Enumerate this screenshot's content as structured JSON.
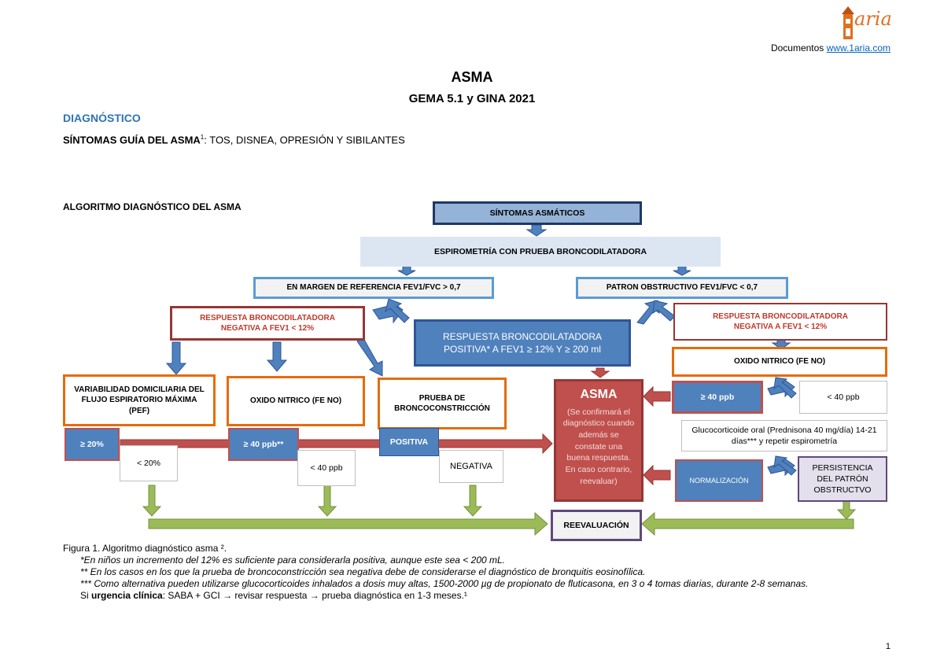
{
  "header": {
    "logo_text": "aria",
    "doc_prefix": "Documentos ",
    "doc_link": "www.1aria.com"
  },
  "title": "ASMA",
  "subtitle": "GEMA 5.1 y GINA 2021",
  "section": "DIAGNÓSTICO",
  "symptoms": {
    "label": "SÍNTOMAS GUÍA DEL ASMA",
    "sup": "1",
    "text": ": TOS, DISNEA, OPRESIÓN Y SIBILANTES"
  },
  "algorithm_title": "ALGORITMO DIAGNÓSTICO DEL ASMA",
  "flow": {
    "sintomas": "SÍNTOMAS ASMÁTICOS",
    "espirometria": "ESPIROMETRÍA CON PRUEBA BRONCODILATADORA",
    "margen": "EN MARGEN DE REFERENCIA FEV1/FVC > 0,7",
    "patron": "PATRON OBSTRUCTIVO FEV1/FVC < 0,7",
    "resp_neg_left_1": "RESPUESTA BRONCODILATADORA",
    "resp_neg_left_2": "NEGATIVA A FEV1 < 12%",
    "resp_pos_1": "RESPUESTA BRONCODILATADORA",
    "resp_pos_2": "POSITIVA* A FEV1 ≥ 12% Y ≥ 200 ml",
    "resp_neg_right_1": "RESPUESTA BRONCODILATADORA",
    "resp_neg_right_2": "NEGATIVA A FEV1 < 12%",
    "variabilidad": "VARIABILIDAD DOMICILIARIA DEL FLUJO ESPIRATORIO MÁXIMA (PEF)",
    "oxido_left": "OXIDO NITRICO (FE NO)",
    "prueba_bronco": "PRUEBA DE BRONCOCONSTRICCIÓN",
    "oxido_right": "OXIDO NITRICO (FE NO)",
    "ge20": "≥ 20%",
    "lt20": "< 20%",
    "ge40_left": "≥ 40 ppb**",
    "lt40_left": "< 40 ppb",
    "positiva": "POSITIVA",
    "negativa": "NEGATIVA",
    "asma_title": "ASMA",
    "asma_text": "(Se confirmará el diagnóstico cuando además se constate una buena respuesta. En caso contrario, reevaluar)",
    "ge40_right": "≥ 40 ppb",
    "lt40_right": "< 40 ppb",
    "gluco": "Glucocorticoide oral (Prednisona 40 mg/día) 14-21 días*** y repetir espirometría",
    "normalizacion": "NORMALIZACIÓN",
    "persistencia": "PERSISTENCIA DEL PATRÓN OBSTRUCTVO",
    "reevaluacion": "REEVALUACIÓN"
  },
  "footnotes": {
    "caption": "Figura 1. Algoritmo diagnóstico asma ².",
    "n1": "*En niños un incremento del 12% es suficiente para considerarla positiva, aunque este sea < 200 mL.",
    "n2": "** En los casos en los que la prueba de broncoconstricción sea negativa debe de considerarse el diagnóstico de bronquitis eosinofílica.",
    "n3": "*** Como alternativa pueden utilizarse glucocorticoides inhalados a dosis muy altas, 1500-2000 µg de propionato de fluticasona, en 3 o 4 tomas diarias, durante 2-8 semanas.",
    "urgencia_prefix": "Si ",
    "urgencia_label": "urgencia clínica",
    "urgencia_text": ": SABA + GCI → revisar respuesta → prueba diagnóstica en 1-3 meses.¹"
  },
  "page_number": "1",
  "colors": {
    "blue_fill": "#5b9bd5",
    "dark_blue_fill": "#4472c4",
    "light_blue_fill": "#dce6f2",
    "orange_border": "#e46c0a",
    "red_border": "#953735",
    "asma_fill": "#c0504d",
    "green_arrow": "#9bbb59",
    "purple_fill": "#e4dfec"
  }
}
